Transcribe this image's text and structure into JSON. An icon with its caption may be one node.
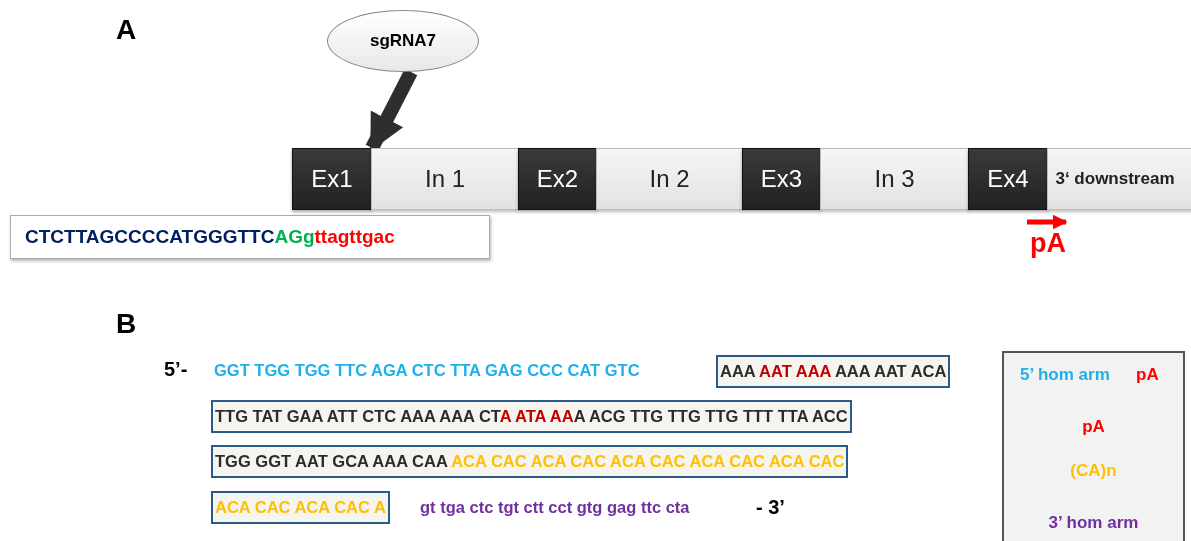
{
  "diagram": {
    "nodes": [
      {
        "text": [
          "sgRNA7"
        ]
      },
      {
        "text": [
          "Ex1"
        ]
      },
      {
        "text": [
          "In 1"
        ]
      },
      {
        "text": [
          "Ex2"
        ]
      },
      {
        "text": [
          "In 2"
        ]
      },
      {
        "text": [
          "Ex3"
        ]
      },
      {
        "text": [
          "In 3"
        ]
      },
      {
        "text": [
          "Ex4"
        ]
      },
      {
        "text": [
          "3‘ downstream"
        ]
      },
      {
        "text": [
          "CTCTTAGCCCCATGGGTTCAGgttagttgac"
        ]
      },
      {
        "text": [
          "AAA AAT AAA AAA AAT ACA"
        ]
      },
      {
        "text": [
          "TTG TAT GAA ATT CTC AAA AAA CTA ATA AAA ACG TTG TTG TTG TTT TTA ACC"
        ]
      },
      {
        "text": [
          "TGG GGT AAT GCA AAA CAA ACA CAC ACA CAC ACA CAC ACA CAC ACA CAC"
        ]
      },
      {
        "text": [
          "ACA CAC ACA CAC A"
        ]
      }
    ],
    "edges": [
      {
        "from": 0,
        "to": 1,
        "arrow": "to"
      }
    ],
    "labels": [
      "A",
      "pA",
      "B",
      "5’-",
      "GGT TGG TGG TTC AGA CTC TTA GAG CCC CAT GTC",
      "gt tga ctc tgt ctt cct gtg gag ttc cta",
      "- 3’"
    ],
    "legend": [
      {
        "text": "5’ hom arm",
        "color": "#1fb0e8"
      },
      {
        "text": "pA",
        "color": "#ff0000"
      },
      {
        "text": "pA",
        "color": "#ff0000"
      },
      {
        "text": "(CA)n",
        "color": "#ffc000"
      },
      {
        "text": "3’ hom arm",
        "color": "#7030a0"
      }
    ]
  }
}
